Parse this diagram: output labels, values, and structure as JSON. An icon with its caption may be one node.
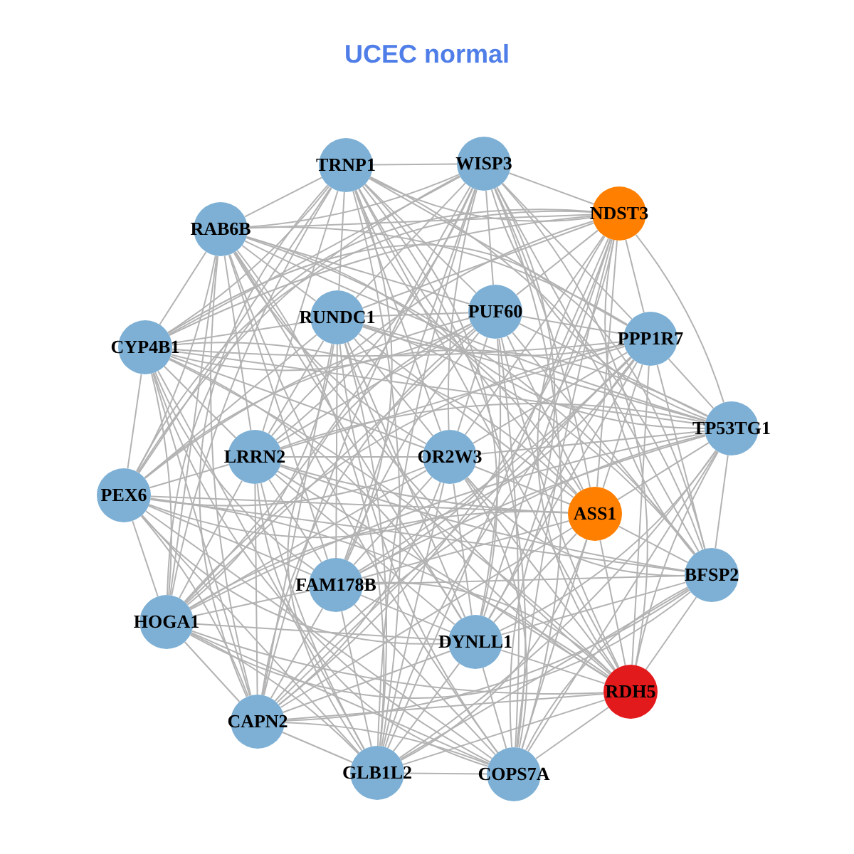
{
  "diagram": {
    "title": "UCEC normal",
    "nodes": [
      {
        "text": [
          "TRNP1"
        ]
      },
      {
        "text": [
          "WISP3"
        ]
      },
      {
        "text": [
          "NDST3"
        ]
      },
      {
        "text": [
          "RAB6B"
        ]
      },
      {
        "text": [
          "RUNDC1"
        ]
      },
      {
        "text": [
          "PUF60"
        ]
      },
      {
        "text": [
          "PPP1R7"
        ]
      },
      {
        "text": [
          "CYP4B1"
        ]
      },
      {
        "text": [
          "TP53TG1"
        ]
      },
      {
        "text": [
          "LRRN2"
        ]
      },
      {
        "text": [
          "OR2W3"
        ]
      },
      {
        "text": [
          "PEX6"
        ]
      },
      {
        "text": [
          "ASS1"
        ]
      },
      {
        "text": [
          "BFSP2"
        ]
      },
      {
        "text": [
          "FAM178B"
        ]
      },
      {
        "text": [
          "HOGA1"
        ]
      },
      {
        "text": [
          "DYNLL1"
        ]
      },
      {
        "text": [
          "RDH5"
        ]
      },
      {
        "text": [
          "CAPN2"
        ]
      },
      {
        "text": [
          "GLB1L2"
        ]
      },
      {
        "text": [
          "COPS7A"
        ]
      }
    ],
    "edges": [
      {
        "from": 0,
        "to": 1,
        "arrow": "none"
      },
      {
        "from": 0,
        "to": 2,
        "arrow": "none"
      },
      {
        "from": 0,
        "to": 3,
        "arrow": "none"
      },
      {
        "from": 0,
        "to": 4,
        "arrow": "none"
      },
      {
        "from": 0,
        "to": 5,
        "arrow": "none"
      },
      {
        "from": 0,
        "to": 6,
        "arrow": "none"
      },
      {
        "from": 0,
        "to": 7,
        "arrow": "none"
      },
      {
        "from": 0,
        "to": 8,
        "arrow": "none"
      },
      {
        "from": 0,
        "to": 9,
        "arrow": "none"
      },
      {
        "from": 0,
        "to": 10,
        "arrow": "none"
      },
      {
        "from": 0,
        "to": 11,
        "arrow": "none"
      },
      {
        "from": 0,
        "to": 12,
        "arrow": "none"
      },
      {
        "from": 0,
        "to": 13,
        "arrow": "none"
      },
      {
        "from": 0,
        "to": 14,
        "arrow": "none"
      },
      {
        "from": 0,
        "to": 15,
        "arrow": "none"
      },
      {
        "from": 0,
        "to": 16,
        "arrow": "none"
      },
      {
        "from": 0,
        "to": 17,
        "arrow": "none"
      },
      {
        "from": 0,
        "to": 18,
        "arrow": "none"
      },
      {
        "from": 0,
        "to": 19,
        "arrow": "none"
      },
      {
        "from": 0,
        "to": 20,
        "arrow": "none"
      },
      {
        "from": 1,
        "to": 2,
        "arrow": "none"
      },
      {
        "from": 1,
        "to": 3,
        "arrow": "none"
      },
      {
        "from": 1,
        "to": 4,
        "arrow": "none"
      },
      {
        "from": 1,
        "to": 5,
        "arrow": "none"
      },
      {
        "from": 1,
        "to": 6,
        "arrow": "none"
      },
      {
        "from": 1,
        "to": 7,
        "arrow": "none"
      },
      {
        "from": 1,
        "to": 8,
        "arrow": "none"
      },
      {
        "from": 1,
        "to": 9,
        "arrow": "none"
      },
      {
        "from": 1,
        "to": 10,
        "arrow": "none"
      },
      {
        "from": 1,
        "to": 11,
        "arrow": "none"
      },
      {
        "from": 1,
        "to": 12,
        "arrow": "none"
      },
      {
        "from": 1,
        "to": 13,
        "arrow": "none"
      },
      {
        "from": 1,
        "to": 14,
        "arrow": "none"
      },
      {
        "from": 1,
        "to": 15,
        "arrow": "none"
      },
      {
        "from": 1,
        "to": 16,
        "arrow": "none"
      },
      {
        "from": 1,
        "to": 17,
        "arrow": "none"
      },
      {
        "from": 1,
        "to": 18,
        "arrow": "none"
      },
      {
        "from": 1,
        "to": 19,
        "arrow": "none"
      },
      {
        "from": 1,
        "to": 20,
        "arrow": "none"
      },
      {
        "from": 2,
        "to": 3,
        "arrow": "none"
      },
      {
        "from": 2,
        "to": 4,
        "arrow": "none"
      },
      {
        "from": 2,
        "to": 5,
        "arrow": "none"
      },
      {
        "from": 2,
        "to": 6,
        "arrow": "none"
      },
      {
        "from": 2,
        "to": 7,
        "arrow": "none"
      },
      {
        "from": 2,
        "to": 8,
        "arrow": "none"
      },
      {
        "from": 2,
        "to": 9,
        "arrow": "none"
      },
      {
        "from": 2,
        "to": 10,
        "arrow": "none"
      },
      {
        "from": 2,
        "to": 11,
        "arrow": "none"
      },
      {
        "from": 2,
        "to": 12,
        "arrow": "none"
      },
      {
        "from": 2,
        "to": 13,
        "arrow": "none"
      },
      {
        "from": 2,
        "to": 14,
        "arrow": "none"
      },
      {
        "from": 2,
        "to": 15,
        "arrow": "none"
      },
      {
        "from": 2,
        "to": 16,
        "arrow": "none"
      },
      {
        "from": 2,
        "to": 17,
        "arrow": "none"
      },
      {
        "from": 2,
        "to": 18,
        "arrow": "none"
      },
      {
        "from": 2,
        "to": 19,
        "arrow": "none"
      },
      {
        "from": 2,
        "to": 20,
        "arrow": "none"
      },
      {
        "from": 3,
        "to": 4,
        "arrow": "none"
      },
      {
        "from": 3,
        "to": 5,
        "arrow": "none"
      },
      {
        "from": 3,
        "to": 6,
        "arrow": "none"
      },
      {
        "from": 3,
        "to": 7,
        "arrow": "none"
      },
      {
        "from": 3,
        "to": 8,
        "arrow": "none"
      },
      {
        "from": 3,
        "to": 9,
        "arrow": "none"
      },
      {
        "from": 3,
        "to": 10,
        "arrow": "none"
      },
      {
        "from": 3,
        "to": 11,
        "arrow": "none"
      },
      {
        "from": 3,
        "to": 12,
        "arrow": "none"
      },
      {
        "from": 3,
        "to": 13,
        "arrow": "none"
      },
      {
        "from": 3,
        "to": 14,
        "arrow": "none"
      },
      {
        "from": 3,
        "to": 15,
        "arrow": "none"
      },
      {
        "from": 3,
        "to": 16,
        "arrow": "none"
      },
      {
        "from": 3,
        "to": 17,
        "arrow": "none"
      },
      {
        "from": 3,
        "to": 18,
        "arrow": "none"
      },
      {
        "from": 3,
        "to": 19,
        "arrow": "none"
      },
      {
        "from": 3,
        "to": 20,
        "arrow": "none"
      },
      {
        "from": 4,
        "to": 5,
        "arrow": "none"
      },
      {
        "from": 4,
        "to": 6,
        "arrow": "none"
      },
      {
        "from": 4,
        "to": 7,
        "arrow": "none"
      },
      {
        "from": 4,
        "to": 8,
        "arrow": "none"
      },
      {
        "from": 4,
        "to": 9,
        "arrow": "none"
      },
      {
        "from": 4,
        "to": 10,
        "arrow": "none"
      },
      {
        "from": 4,
        "to": 11,
        "arrow": "none"
      },
      {
        "from": 4,
        "to": 12,
        "arrow": "none"
      },
      {
        "from": 4,
        "to": 13,
        "arrow": "none"
      },
      {
        "from": 4,
        "to": 14,
        "arrow": "none"
      },
      {
        "from": 4,
        "to": 15,
        "arrow": "none"
      },
      {
        "from": 4,
        "to": 16,
        "arrow": "none"
      },
      {
        "from": 4,
        "to": 17,
        "arrow": "none"
      },
      {
        "from": 4,
        "to": 18,
        "arrow": "none"
      },
      {
        "from": 4,
        "to": 19,
        "arrow": "none"
      },
      {
        "from": 4,
        "to": 20,
        "arrow": "none"
      },
      {
        "from": 5,
        "to": 6,
        "arrow": "none"
      },
      {
        "from": 5,
        "to": 7,
        "arrow": "none"
      },
      {
        "from": 5,
        "to": 8,
        "arrow": "none"
      },
      {
        "from": 5,
        "to": 9,
        "arrow": "none"
      },
      {
        "from": 5,
        "to": 10,
        "arrow": "none"
      },
      {
        "from": 5,
        "to": 11,
        "arrow": "none"
      },
      {
        "from": 5,
        "to": 12,
        "arrow": "none"
      },
      {
        "from": 5,
        "to": 13,
        "arrow": "none"
      },
      {
        "from": 5,
        "to": 14,
        "arrow": "none"
      },
      {
        "from": 5,
        "to": 15,
        "arrow": "none"
      },
      {
        "from": 5,
        "to": 16,
        "arrow": "none"
      },
      {
        "from": 5,
        "to": 17,
        "arrow": "none"
      },
      {
        "from": 5,
        "to": 18,
        "arrow": "none"
      },
      {
        "from": 5,
        "to": 19,
        "arrow": "none"
      },
      {
        "from": 5,
        "to": 20,
        "arrow": "none"
      },
      {
        "from": 6,
        "to": 7,
        "arrow": "none"
      },
      {
        "from": 6,
        "to": 8,
        "arrow": "none"
      },
      {
        "from": 6,
        "to": 9,
        "arrow": "none"
      },
      {
        "from": 6,
        "to": 10,
        "arrow": "none"
      },
      {
        "from": 6,
        "to": 11,
        "arrow": "none"
      },
      {
        "from": 6,
        "to": 12,
        "arrow": "none"
      },
      {
        "from": 6,
        "to": 13,
        "arrow": "none"
      },
      {
        "from": 6,
        "to": 14,
        "arrow": "none"
      },
      {
        "from": 6,
        "to": 15,
        "arrow": "none"
      },
      {
        "from": 6,
        "to": 16,
        "arrow": "none"
      },
      {
        "from": 6,
        "to": 17,
        "arrow": "none"
      },
      {
        "from": 6,
        "to": 18,
        "arrow": "none"
      },
      {
        "from": 6,
        "to": 19,
        "arrow": "none"
      },
      {
        "from": 6,
        "to": 20,
        "arrow": "none"
      },
      {
        "from": 7,
        "to": 8,
        "arrow": "none"
      },
      {
        "from": 7,
        "to": 9,
        "arrow": "none"
      },
      {
        "from": 7,
        "to": 10,
        "arrow": "none"
      },
      {
        "from": 7,
        "to": 11,
        "arrow": "none"
      },
      {
        "from": 7,
        "to": 12,
        "arrow": "none"
      },
      {
        "from": 7,
        "to": 13,
        "arrow": "none"
      },
      {
        "from": 7,
        "to": 14,
        "arrow": "none"
      },
      {
        "from": 7,
        "to": 15,
        "arrow": "none"
      },
      {
        "from": 7,
        "to": 16,
        "arrow": "none"
      },
      {
        "from": 7,
        "to": 17,
        "arrow": "none"
      },
      {
        "from": 7,
        "to": 18,
        "arrow": "none"
      },
      {
        "from": 7,
        "to": 19,
        "arrow": "none"
      },
      {
        "from": 7,
        "to": 20,
        "arrow": "none"
      },
      {
        "from": 8,
        "to": 9,
        "arrow": "none"
      },
      {
        "from": 8,
        "to": 10,
        "arrow": "none"
      },
      {
        "from": 8,
        "to": 11,
        "arrow": "none"
      },
      {
        "from": 8,
        "to": 12,
        "arrow": "none"
      },
      {
        "from": 8,
        "to": 13,
        "arrow": "none"
      },
      {
        "from": 8,
        "to": 14,
        "arrow": "none"
      },
      {
        "from": 8,
        "to": 15,
        "arrow": "none"
      },
      {
        "from": 8,
        "to": 16,
        "arrow": "none"
      },
      {
        "from": 8,
        "to": 17,
        "arrow": "none"
      },
      {
        "from": 8,
        "to": 18,
        "arrow": "none"
      },
      {
        "from": 8,
        "to": 19,
        "arrow": "none"
      },
      {
        "from": 8,
        "to": 20,
        "arrow": "none"
      },
      {
        "from": 9,
        "to": 10,
        "arrow": "none"
      },
      {
        "from": 9,
        "to": 11,
        "arrow": "none"
      },
      {
        "from": 9,
        "to": 12,
        "arrow": "none"
      },
      {
        "from": 9,
        "to": 13,
        "arrow": "none"
      },
      {
        "from": 9,
        "to": 14,
        "arrow": "none"
      },
      {
        "from": 9,
        "to": 15,
        "arrow": "none"
      },
      {
        "from": 9,
        "to": 16,
        "arrow": "none"
      },
      {
        "from": 9,
        "to": 17,
        "arrow": "none"
      },
      {
        "from": 9,
        "to": 18,
        "arrow": "none"
      },
      {
        "from": 9,
        "to": 19,
        "arrow": "none"
      },
      {
        "from": 9,
        "to": 20,
        "arrow": "none"
      },
      {
        "from": 10,
        "to": 11,
        "arrow": "none"
      },
      {
        "from": 10,
        "to": 12,
        "arrow": "none"
      },
      {
        "from": 10,
        "to": 13,
        "arrow": "none"
      },
      {
        "from": 10,
        "to": 14,
        "arrow": "none"
      },
      {
        "from": 10,
        "to": 15,
        "arrow": "none"
      },
      {
        "from": 10,
        "to": 16,
        "arrow": "none"
      },
      {
        "from": 10,
        "to": 17,
        "arrow": "none"
      },
      {
        "from": 10,
        "to": 18,
        "arrow": "none"
      },
      {
        "from": 10,
        "to": 19,
        "arrow": "none"
      },
      {
        "from": 10,
        "to": 20,
        "arrow": "none"
      },
      {
        "from": 11,
        "to": 12,
        "arrow": "none"
      },
      {
        "from": 11,
        "to": 13,
        "arrow": "none"
      },
      {
        "from": 11,
        "to": 14,
        "arrow": "none"
      },
      {
        "from": 11,
        "to": 15,
        "arrow": "none"
      },
      {
        "from": 11,
        "to": 16,
        "arrow": "none"
      },
      {
        "from": 11,
        "to": 17,
        "arrow": "none"
      },
      {
        "from": 11,
        "to": 18,
        "arrow": "none"
      },
      {
        "from": 11,
        "to": 19,
        "arrow": "none"
      },
      {
        "from": 11,
        "to": 20,
        "arrow": "none"
      },
      {
        "from": 12,
        "to": 13,
        "arrow": "none"
      },
      {
        "from": 12,
        "to": 14,
        "arrow": "none"
      },
      {
        "from": 12,
        "to": 15,
        "arrow": "none"
      },
      {
        "from": 12,
        "to": 16,
        "arrow": "none"
      },
      {
        "from": 12,
        "to": 17,
        "arrow": "none"
      },
      {
        "from": 12,
        "to": 18,
        "arrow": "none"
      },
      {
        "from": 12,
        "to": 19,
        "arrow": "none"
      },
      {
        "from": 12,
        "to": 20,
        "arrow": "none"
      },
      {
        "from": 13,
        "to": 14,
        "arrow": "none"
      },
      {
        "from": 13,
        "to": 15,
        "arrow": "none"
      },
      {
        "from": 13,
        "to": 16,
        "arrow": "none"
      },
      {
        "from": 13,
        "to": 17,
        "arrow": "none"
      },
      {
        "from": 13,
        "to": 18,
        "arrow": "none"
      },
      {
        "from": 13,
        "to": 19,
        "arrow": "none"
      },
      {
        "from": 13,
        "to": 20,
        "arrow": "none"
      },
      {
        "from": 14,
        "to": 15,
        "arrow": "none"
      },
      {
        "from": 14,
        "to": 16,
        "arrow": "none"
      },
      {
        "from": 14,
        "to": 17,
        "arrow": "none"
      },
      {
        "from": 14,
        "to": 18,
        "arrow": "none"
      },
      {
        "from": 14,
        "to": 19,
        "arrow": "none"
      },
      {
        "from": 14,
        "to": 20,
        "arrow": "none"
      },
      {
        "from": 15,
        "to": 16,
        "arrow": "none"
      },
      {
        "from": 15,
        "to": 17,
        "arrow": "none"
      },
      {
        "from": 15,
        "to": 18,
        "arrow": "none"
      },
      {
        "from": 15,
        "to": 19,
        "arrow": "none"
      },
      {
        "from": 15,
        "to": 20,
        "arrow": "none"
      },
      {
        "from": 16,
        "to": 17,
        "arrow": "none"
      },
      {
        "from": 16,
        "to": 18,
        "arrow": "none"
      },
      {
        "from": 16,
        "to": 19,
        "arrow": "none"
      },
      {
        "from": 16,
        "to": 20,
        "arrow": "none"
      },
      {
        "from": 17,
        "to": 18,
        "arrow": "none"
      },
      {
        "from": 17,
        "to": 19,
        "arrow": "none"
      },
      {
        "from": 17,
        "to": 20,
        "arrow": "none"
      },
      {
        "from": 18,
        "to": 19,
        "arrow": "none"
      },
      {
        "from": 18,
        "to": 20,
        "arrow": "none"
      },
      {
        "from": 19,
        "to": 20,
        "arrow": "none"
      }
    ]
  }
}
